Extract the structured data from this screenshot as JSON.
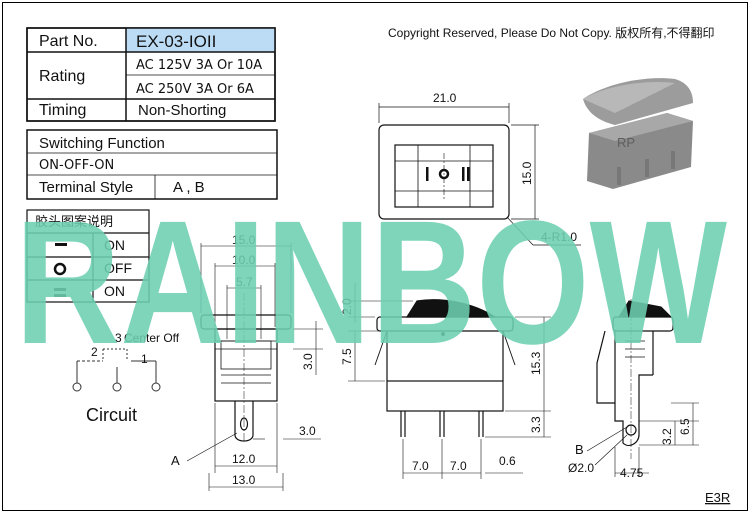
{
  "copyright": "Copyright Reserved, Please Do Not Copy. 版权所有,不得翻印",
  "watermark": "RAINBOW",
  "spec_table": {
    "part_no_label": "Part No.",
    "part_no_value": "EX-03-IOII",
    "rating_label": "Rating",
    "rating_line1": "AC 125V 3A Or 10A",
    "rating_line2": "AC 250V 3A Or 6A",
    "timing_label": "Timing",
    "timing_value": "Non-Shorting"
  },
  "function_table": {
    "title": "Switching Function",
    "function_value": "ON-OFF-ON",
    "terminal_label": "Terminal Style",
    "terminal_value": "A , B"
  },
  "legend": {
    "title": "胶头图案说明",
    "row1": "ON",
    "row2": "OFF",
    "row3": "ON"
  },
  "circuit": {
    "label": "Circuit",
    "pin1": "1",
    "pin2": "2",
    "pin3": "3",
    "center_note": "Center Off"
  },
  "top_view": {
    "width": "21.0",
    "height": "15.0",
    "radius": "4-R1.0"
  },
  "front_view": {
    "d_15": "15.0",
    "d_10": "10.0",
    "d_57": "5.7",
    "d_30": "3.0",
    "d_30b": "3.0",
    "d_120": "12.0",
    "d_130": "13.0",
    "label_a": "A"
  },
  "side_view": {
    "d_20": "2.0",
    "d_75": "7.5",
    "d_153": "15.3",
    "d_33": "3.3",
    "d_70a": "7.0",
    "d_70b": "7.0",
    "d_06": "0.6"
  },
  "right_view": {
    "label_b": "B",
    "d_dia": "Ø2.0",
    "d_475": "4.75",
    "d_32": "3.2",
    "d_65": "6.5"
  },
  "product_mark": "RP",
  "drawing_code": "E3R",
  "colors": {
    "watermark": "#6ccfb0",
    "header_fill": "#bcdcf5",
    "ink": "#111111"
  }
}
